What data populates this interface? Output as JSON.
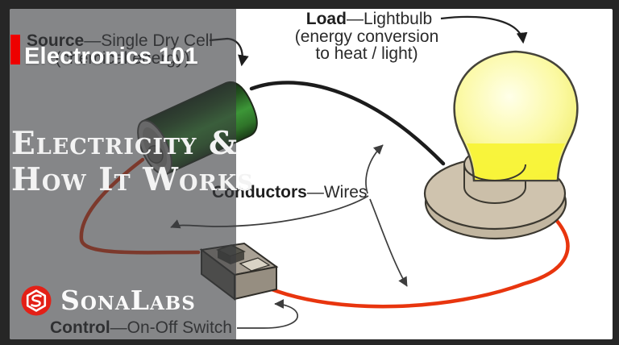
{
  "branding": {
    "kicker": "Electronics 101",
    "title_line1": "Electricity &",
    "title_line2": "How It Works",
    "logo_text": "SonaLabs",
    "accent_red": "#ee0000",
    "logo_red": "#e32017",
    "overlay_gray": "rgba(58,60,63,0.62)"
  },
  "diagram": {
    "labels": {
      "source": {
        "term": "Source",
        "rest": "—Single Dry Cell",
        "sub": "(chemical energy)"
      },
      "load": {
        "term": "Load",
        "rest": "—Lightbulb",
        "sub1": "(energy conversion",
        "sub2": "to heat / light)"
      },
      "conductors": {
        "term": "Conductors",
        "rest": "—Wires"
      },
      "control": {
        "term": "Control",
        "rest": "—On-Off Switch"
      }
    },
    "colors": {
      "wire_red": "#e8350e",
      "wire_black": "#1c1c1c",
      "battery_green": "#2f8a2d",
      "bulb_yellow": "#f7f348",
      "base_tan": "#cfc3ae"
    }
  }
}
